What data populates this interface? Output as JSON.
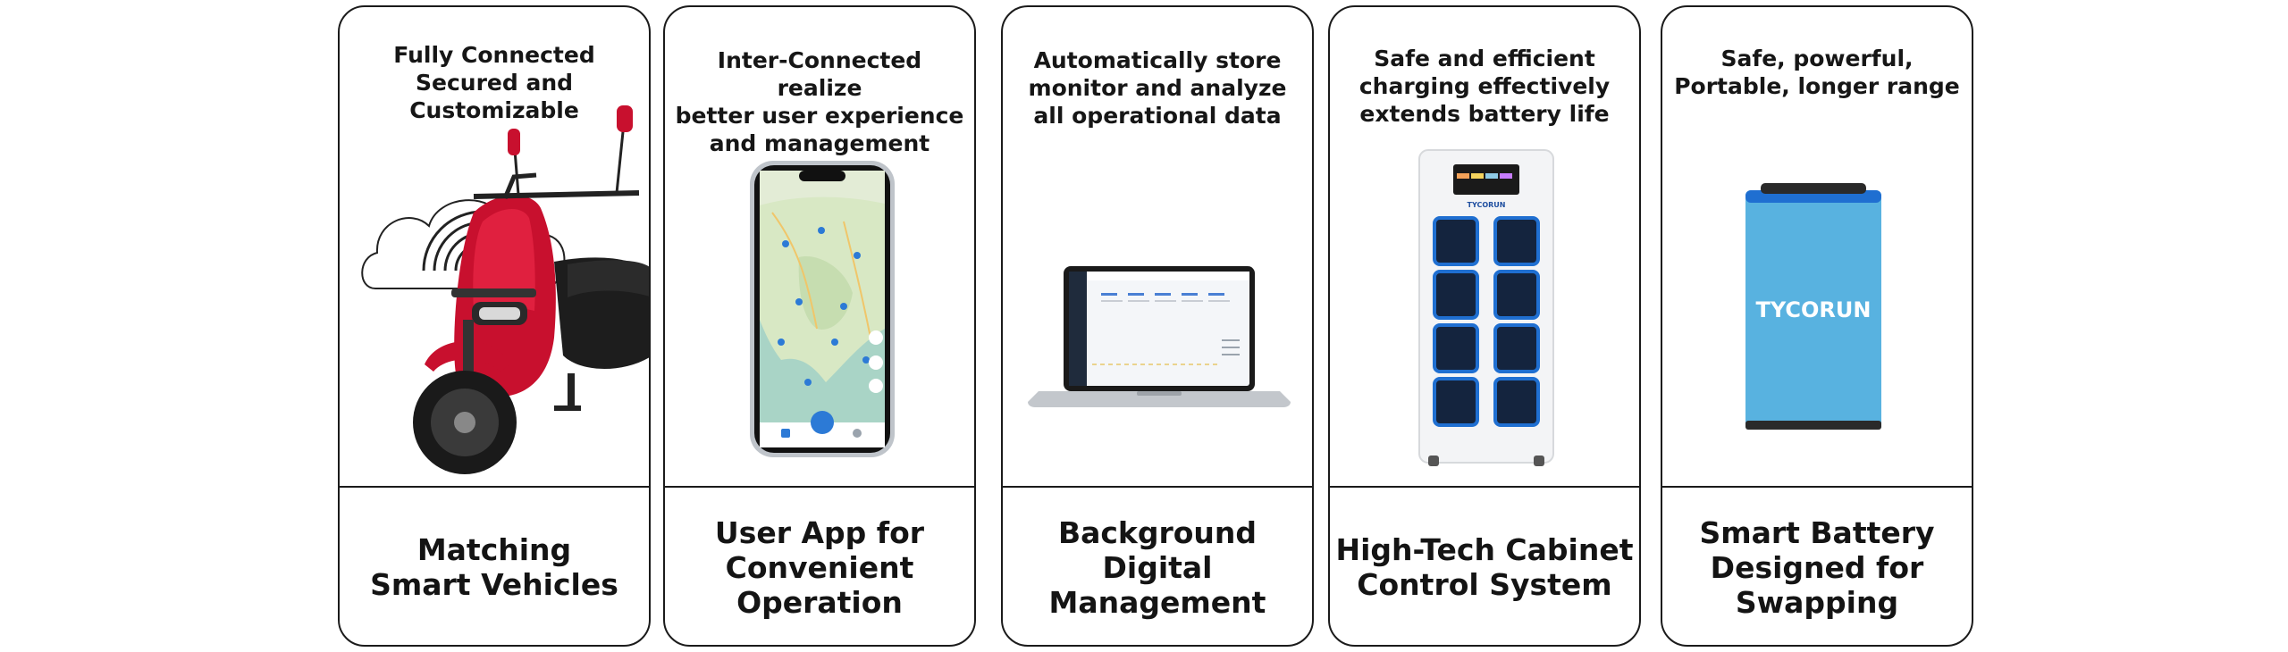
{
  "cards": [
    {
      "caption": "Fully Connected\nSecured and\nCustomizable",
      "title": "Matching\nSmart Vehicles",
      "illustration": "scooter-with-cloud-icon"
    },
    {
      "caption": "Inter-Connected realize\nbetter user experience\nand management",
      "title": "User App for\nConvenient\nOperation",
      "illustration": "smartphone-map-app"
    },
    {
      "caption": "Automatically store\nmonitor and analyze\nall operational data",
      "title": "Background\nDigital Management",
      "illustration": "laptop-dashboard"
    },
    {
      "caption": "Safe and efficient\ncharging effectively\nextends battery life",
      "title": "High-Tech Cabinet\nControl System",
      "illustration": "battery-swap-cabinet",
      "brand": "TYCORUN"
    },
    {
      "caption": "Safe, powerful,\nPortable, longer range",
      "title": "Smart Battery\nDesigned for\nSwapping",
      "illustration": "battery-pack",
      "brand": "TYCORUN"
    }
  ],
  "colors": {
    "border": "#1b1b1b",
    "scooter_red": "#c8102e",
    "battery_blue": "#58b2e0",
    "cabinet_slot_blue": "#1f6fd1"
  }
}
